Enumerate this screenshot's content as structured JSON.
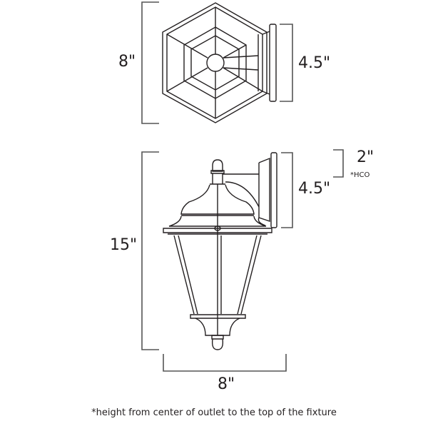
{
  "top_view": {
    "width_label": "8\"",
    "backplate_label": "4.5\""
  },
  "side_view": {
    "height_label": "15\"",
    "backplate_label": "4.5\"",
    "hco_label": "2\"",
    "hco_note": "*HCO",
    "width_label": "8\""
  },
  "footnote": "*height from center of outlet to the top of the fixture",
  "colors": {
    "line": "#231f20",
    "dimension": "#555555",
    "background": "#ffffff"
  }
}
